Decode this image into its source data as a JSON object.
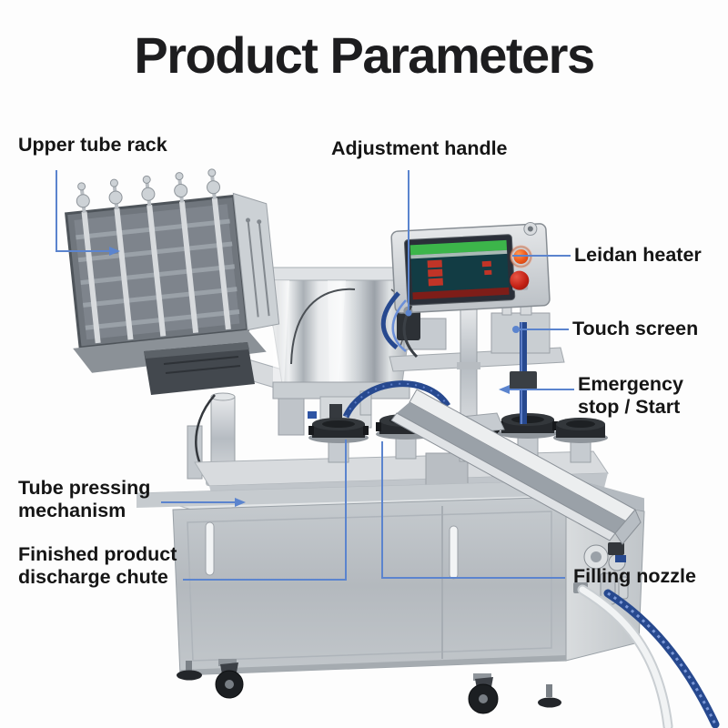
{
  "title": "Product Parameters",
  "labels": {
    "upper_tube_rack": "Upper tube rack",
    "adjustment_handle": "Adjustment handle",
    "leidan_heater": "Leidan heater",
    "touch_screen": "Touch screen",
    "emergency_stop_start": "Emergency stop / Start",
    "tube_pressing_mechanism": "Tube pressing mechanism",
    "finished_product_discharge_chute": "Finished product discharge chute",
    "filling_nozzle": "Filling nozzle"
  },
  "colors": {
    "title_text": "#1d1d1f",
    "label_text": "#151515",
    "callout_line": "#5b84ce",
    "screen_green": "#3cb54a",
    "emergency_button_red": "#c22014",
    "power_button_orange": "#e8501c",
    "hose_blue": "#27498f"
  }
}
